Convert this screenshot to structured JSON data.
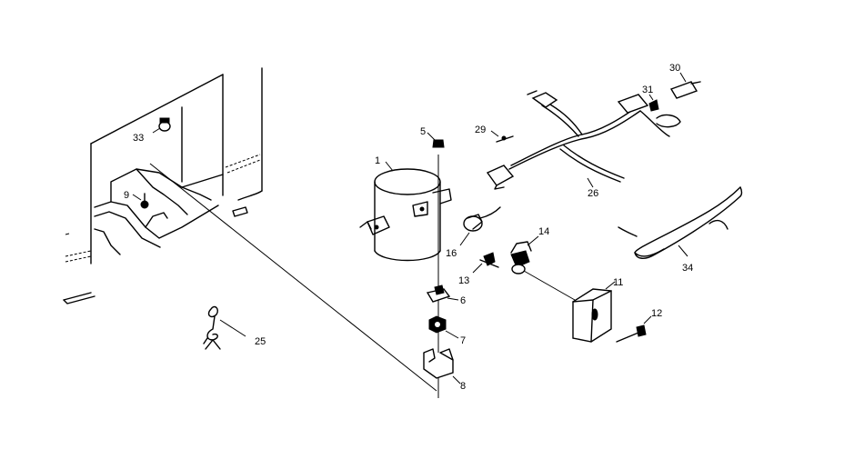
{
  "diagram": {
    "callouts": {
      "p1": "1",
      "p5": "5",
      "p6": "6",
      "p7": "7",
      "p8": "8",
      "p9": "9",
      "p11": "11",
      "p12": "12",
      "p13": "13",
      "p14": "14",
      "p16": "16",
      "p25": "25",
      "p26": "26",
      "p29": "29",
      "p30": "30",
      "p31": "31",
      "p33": "33",
      "p34": "34"
    }
  }
}
